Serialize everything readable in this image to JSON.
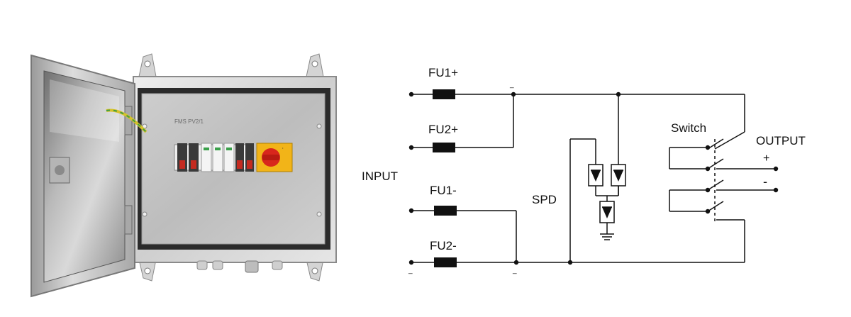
{
  "product": {
    "nameplate": "FMS PV2/1"
  },
  "diagram": {
    "labels": {
      "fu1_pos": "FU1+",
      "fu2_pos": "FU2+",
      "fu1_neg": "FU1-",
      "fu2_neg": "FU2-",
      "input": "INPUT",
      "spd": "SPD",
      "switch": "Switch",
      "output": "OUTPUT",
      "out_plus": "+",
      "out_minus": "-",
      "tick_mark": "_"
    }
  },
  "colors": {
    "line": "#111111",
    "fuse": "#111111",
    "steel_light": "#d8d8d8",
    "steel_dark": "#8a8a8a",
    "switch_red": "#d8261c",
    "switch_yellow": "#f2b418"
  }
}
